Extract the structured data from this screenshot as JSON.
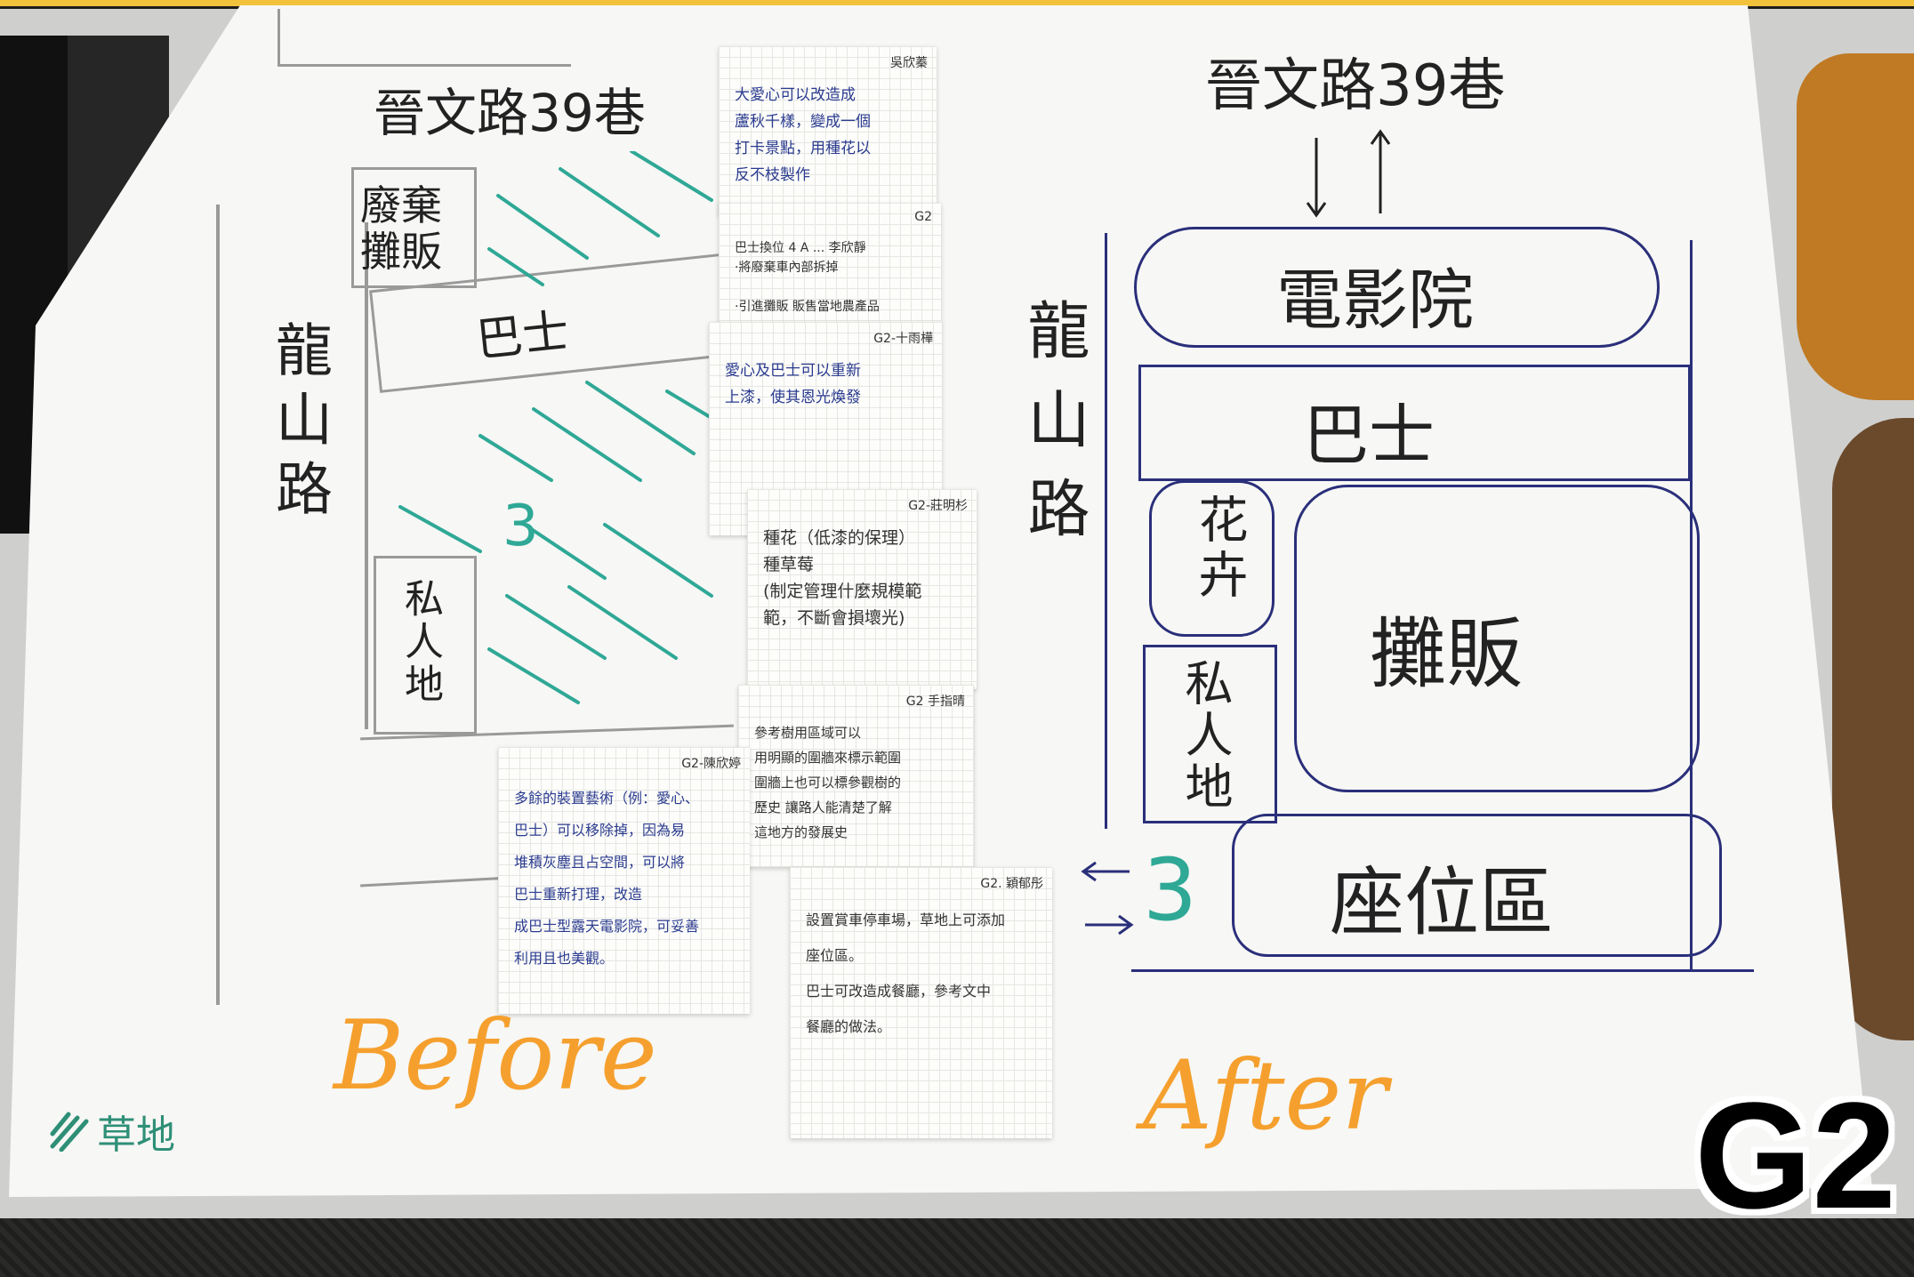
{
  "colors": {
    "ink": "#2a2f7a",
    "teal": "#2fa896",
    "orange": "#f5a02e",
    "pencil": "#6b6b6b"
  },
  "before": {
    "road_top": "晉文路39巷",
    "road_left": "龍山路",
    "stall": "廢棄攤販",
    "bus": "巴士",
    "private": "私人地",
    "zone": "3",
    "label": "Before"
  },
  "after": {
    "road_top": "晉文路39巷",
    "road_left": "龍山路",
    "cinema": "電影院",
    "bus": "巴士",
    "flower": "花卉",
    "stall": "攤販",
    "private": "私人地",
    "seat": "座位區",
    "zone": "3",
    "label": "After"
  },
  "notes": [
    {
      "author": "吳欣蓁",
      "text": "大愛心可以改造成\n蘆秋千樣，變成一個\n打卡景點，用種花以\n反不枝製作"
    },
    {
      "author": "G2",
      "text": "巴士換位 4 A ... 李欣靜\n·將廢棄車內部拆掉\n\n·引進攤販 販售當地農產品"
    },
    {
      "author": "G2-十雨樺",
      "text": "愛心及巴士可以重新\n上漆，使其恩光煥發"
    },
    {
      "author": "G2-莊明杉",
      "text": "種花（低漆的保理）\n種草莓\n(制定管理什麼規模範\n範，不斷會損壞光)"
    },
    {
      "author": "G2 手指晴",
      "text": "參考樹用區域可以\n用明顯的圍牆來標示範圍\n圍牆上也可以標參觀樹的\n歷史 讓路人能清楚了解\n這地方的發展史"
    },
    {
      "author": "G2-陳欣婷",
      "text": "多餘的裝置藝術（例：愛心、\n巴士）可以移除掉，因為易\n堆積灰塵且占空間，可以將\n巴士重新打理，改造\n成巴士型露天電影院，可妥善\n利用且也美觀。"
    },
    {
      "author": "G2. 穎郁彤",
      "text": "設置賞車停車場，草地上可添加\n座位區。\n巴士可改造成餐廳，參考文中\n餐廳的做法。"
    }
  ],
  "logo": "草地",
  "badge": "G2"
}
